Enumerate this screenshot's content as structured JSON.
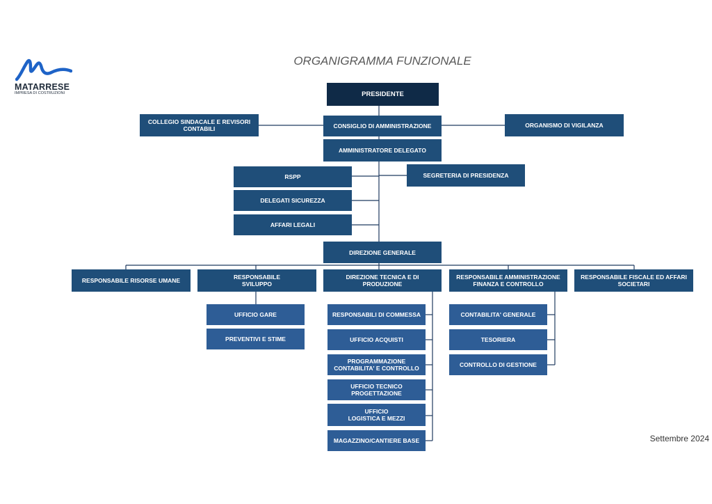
{
  "logo": {
    "name": "MATARRESE",
    "tagline": "IMPRESA DI COSTRUZIONI",
    "color": "#1e63c7"
  },
  "title": "ORGANIGRAMMA FUNZIONALE",
  "date": "Settembre 2024",
  "colors": {
    "top": "#0f2a47",
    "level": "#1f4e79",
    "unit": "#2e5d96",
    "line": "#1f3a5f"
  },
  "nodes": {
    "presidente": "PRESIDENTE",
    "collegio": "COLLEGIO SINDACALE E REVISORI\nCONTABILI",
    "consiglio": "CONSIGLIO DI AMMINISTRAZIONE",
    "organismo": "ORGANISMO DI VIGILANZA",
    "amministratore": "AMMINISTRATORE DELEGATO",
    "rspp": "RSPP",
    "segreteria": "SEGRETERIA DI PRESIDENZA",
    "delegati": "DELEGATI SICUREZZA",
    "affari_legali": "AFFARI LEGALI",
    "direzione_generale": "DIREZIONE GENERALE",
    "risorse_umane": "RESPONSABILE RISORSE UMANE",
    "sviluppo": "RESPONSABILE\nSVILUPPO",
    "direzione_tecnica": "DIREZIONE TECNICA E DI PRODUZIONE",
    "amministrazione": "RESPONSABILE AMMINISTRAZIONE\nFINANZA E CONTROLLO",
    "fiscale": "RESPONSABILE FISCALE ED AFFARI\nSOCIETARI",
    "ufficio_gare": "UFFICIO GARE",
    "preventivi": "PREVENTIVI E STIME",
    "commessa": "RESPONSABILI DI COMMESSA",
    "acquisti": "UFFICIO ACQUISTI",
    "programmazione": "PROGRAMMAZIONE\nCONTABILITA' E CONTROLLO",
    "tecnico": "UFFICIO TECNICO\nPROGETTAZIONE",
    "logistica": "UFFICIO\nLOGISTICA E MEZZI",
    "magazzino": "MAGAZZINO/CANTIERE BASE",
    "contabilita": "CONTABILITA' GENERALE",
    "tesoriera": "TESORIERA",
    "controllo_gestione": "CONTROLLO DI GESTIONE"
  }
}
